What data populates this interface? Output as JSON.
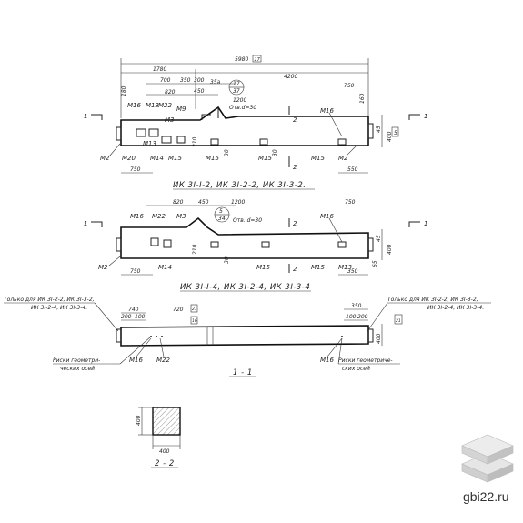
{
  "view1": {
    "dims_top": {
      "overall": "5980",
      "overall_tag": "17",
      "left_span": "1780",
      "right_span": "4200",
      "d700": "700",
      "d350": "350",
      "d300": "300",
      "d35a": "35a",
      "d450": "450",
      "d820": "820",
      "d1200": "1200",
      "d750": "750",
      "d180": "180",
      "circle_top": "17",
      "circle_bottom": "37",
      "hole_note": "Отв.d=30",
      "d160": "160",
      "d45": "45",
      "d400": "400",
      "d5": "5",
      "d210": "210",
      "d30a": "30",
      "d30b": "30",
      "d550": "550",
      "d750b": "750"
    },
    "marks": {
      "m16a": "M16",
      "m13a": "M13",
      "m22": "M22",
      "m9": "M9",
      "m3": "M3",
      "m2": "M2",
      "m20": "M20",
      "m14": "M14",
      "m15a": "M15",
      "m15b": "M15",
      "m15c": "M15",
      "m16b": "M16",
      "m2b": "M2",
      "m13b": "M13"
    },
    "section_mark": "1",
    "cut_mark": "2",
    "caption": "ИК 3I-I-2, ИК 3I-2-2, ИК 3I-3-2."
  },
  "view2": {
    "dims": {
      "d820": "820",
      "d450": "450",
      "d1200": "1200",
      "d750": "750",
      "circle_top": "5",
      "circle_bottom": "34",
      "hole_note": "Отв. d=30",
      "d45": "45",
      "d400": "400",
      "d65": "65",
      "d210": "210",
      "d30": "30",
      "d750b": "750",
      "d350": "350"
    },
    "marks": {
      "m16a": "M16",
      "m22": "M22",
      "m3": "M3",
      "m2": "M2",
      "m14": "M14",
      "m15a": "M15",
      "m15b": "M15",
      "m16b": "M16",
      "m13": "M13"
    },
    "caption": "ИК 3I-I-4, ИК 3I-2-4, ИК 3I-3-4"
  },
  "view3": {
    "left_note": [
      "Только для ИК 3I-2-2, ИК 3I-3-2,",
      "ИК 3I-2-4, ИК 3I-3-4."
    ],
    "right_note": [
      "Только для ИК 3I-2-2, ИК 3I-3-2,",
      "ИК 3I-2-4, ИК 3I-3-4."
    ],
    "left_risk": [
      "Риски геометри-",
      "ческих осей"
    ],
    "right_risk": [
      "Риски геометриче-",
      "ских осей"
    ],
    "dims": {
      "d740": "740",
      "d200a": "200",
      "d100a": "100",
      "d720": "720",
      "tag1": "21",
      "tag2": "16",
      "d350": "350",
      "d100b": "100",
      "d200b": "200",
      "tag3": "21",
      "d400": "400"
    },
    "marks": {
      "m16a": "M16",
      "m22": "M22",
      "m16b": "M16"
    },
    "caption": "1 - 1"
  },
  "view4": {
    "d400w": "400",
    "d400h": "400",
    "caption": "2 - 2"
  },
  "watermark": "gbi22.ru"
}
